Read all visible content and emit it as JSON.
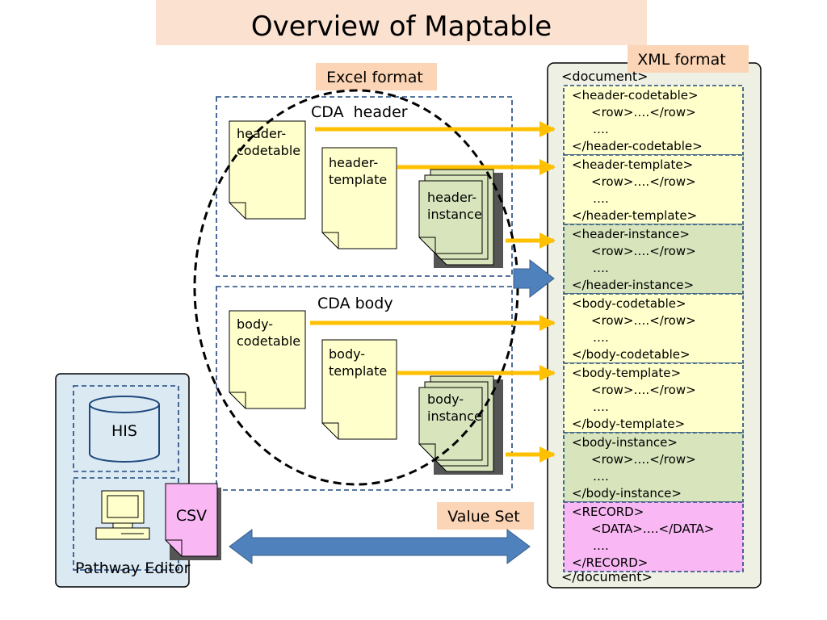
{
  "title": "Overview of Maptable",
  "labels": {
    "excel_format": "Excel format",
    "xml_format": "XML format",
    "cda_header": "CDA  header",
    "cda_body": "CDA body",
    "value_set": "Value Set",
    "his": "HIS",
    "csv": "CSV",
    "pathway_editor": "Pathway Editor"
  },
  "documents": {
    "header_codetable": [
      "header-",
      "codetable"
    ],
    "header_template": [
      "header-",
      "template"
    ],
    "header_instance": [
      "header-",
      "instance"
    ],
    "body_codetable": [
      "body-",
      "codetable"
    ],
    "body_template": [
      "body-",
      "template"
    ],
    "body_instance": [
      "body-",
      "instance"
    ]
  },
  "xml": {
    "document_open": "<document>",
    "document_close": "</document>",
    "blocks": [
      {
        "lines": [
          "<header-codetable>",
          "<row>….</row>",
          "….",
          "</header-codetable>"
        ]
      },
      {
        "lines": [
          "<header-template>",
          "<row>….</row>",
          "….",
          "</header-template>"
        ]
      },
      {
        "lines": [
          "<header-instance>",
          "<row>….</row>",
          "….",
          "</header-instance>"
        ]
      },
      {
        "lines": [
          "<body-codetable>",
          "<row>….</row>",
          "….",
          "</body-codetable>"
        ]
      },
      {
        "lines": [
          "<body-template>",
          "<row>….</row>",
          "….",
          "</body-template>"
        ]
      },
      {
        "lines": [
          "<body-instance>",
          "<row>….</row>",
          "….",
          "</body-instance>"
        ]
      },
      {
        "lines": [
          "<RECORD>",
          "<DATA>….</DATA>",
          "….",
          "</RECORD>"
        ]
      }
    ]
  },
  "colors": {
    "title_bg": "#fbe1d0",
    "label_bg": "#fbd5b5",
    "doc_yellow": "#ffffcc",
    "doc_green": "#d7e4bc",
    "doc_pink": "#f9b8f4",
    "arrow_yellow": "#ffc000",
    "arrow_blue": "#4f81bd",
    "dash_blue": "#1f497d",
    "panel_left": "#dbe9f3",
    "panel_right": "#eef0e3"
  }
}
